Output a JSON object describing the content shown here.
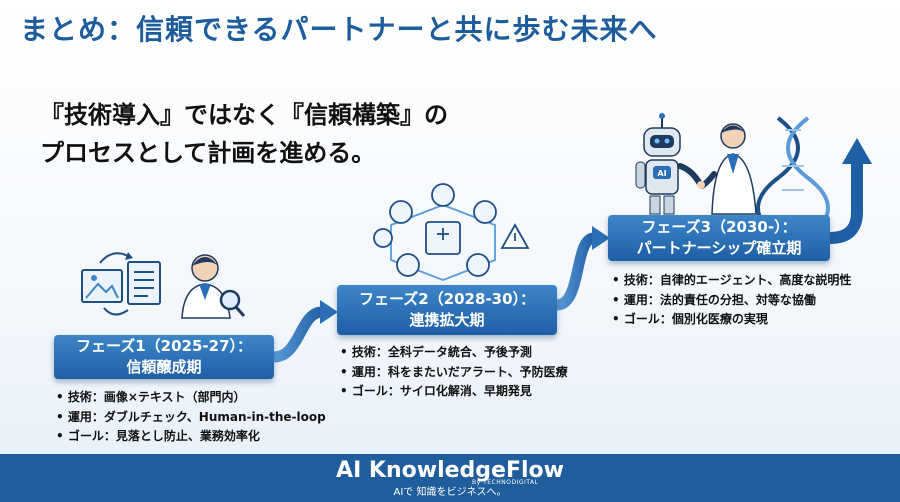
{
  "slide": {
    "title": "まとめ：信頼できるパートナーと共に歩む未来へ",
    "lead_line1": "『技術導入』ではなく『信頼構築』の",
    "lead_line2": "プロセスとして計画を進める。"
  },
  "phases": [
    {
      "title": "フェーズ1（2025-27）：",
      "subtitle": "信頼醸成期",
      "bullets": [
        "技術：画像×テキスト（部門内）",
        "運用：ダブルチェック、Human-in-the-loop",
        "ゴール：見落とし防止、業務効率化"
      ]
    },
    {
      "title": "フェーズ2（2028-30）：",
      "subtitle": "連携拡大期",
      "bullets": [
        "技術：全科データ統合、予後予測",
        "運用：科をまたいだアラート、予防医療",
        "ゴール：サイロ化解消、早期発見"
      ]
    },
    {
      "title": "フェーズ3（2030-）：",
      "subtitle": "パートナーシップ確立期",
      "bullets": [
        "技術：自律的エージェント、高度な説明性",
        "運用：法的責任の分担、対等な協働",
        "ゴール：個別化医療の実現"
      ]
    }
  ],
  "icons": {
    "robot_badge": "AI"
  },
  "colors": {
    "title": "#1d5d9b",
    "accent": "#2a6fb5",
    "footer": "#1f5d9c"
  },
  "footer": {
    "brand": "AI KnowledgeFlow",
    "byline": "By TECHNODIGITAL",
    "tagline": "AIで 知識をビジネスへ。"
  }
}
